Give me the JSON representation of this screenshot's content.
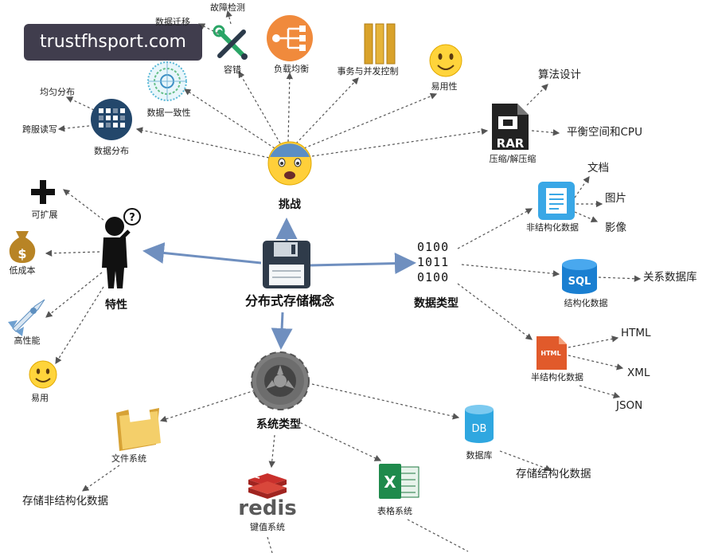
{
  "watermark": "trustfhsport.com",
  "center": {
    "label": "分布式存储概念"
  },
  "challenge": {
    "label": "挑战",
    "children": {
      "data_distribution": {
        "label": "数据分布",
        "sub": [
          "均匀分布",
          "跨服读写"
        ]
      },
      "data_consistency": {
        "label": "数据一致性"
      },
      "fault_tolerance": {
        "label": "容错",
        "sub": [
          "数据迁移",
          "故障检测"
        ]
      },
      "load_balancing": {
        "label": "负载均衡"
      },
      "transaction": {
        "label": "事务与并发控制"
      },
      "usability": {
        "label": "易用性"
      },
      "compression": {
        "label": "压缩/解压缩",
        "icon_text": "RAR",
        "sub": [
          "算法设计",
          "平衡空间和CPU"
        ]
      }
    }
  },
  "features": {
    "label": "特性",
    "items": [
      "可扩展",
      "低成本",
      "高性能",
      "易用"
    ]
  },
  "data_types": {
    "label": "数据类型",
    "binary": [
      "0100",
      "1011",
      "0100"
    ],
    "unstructured": {
      "label": "非结构化数据",
      "sub": [
        "文档",
        "图片",
        "影像"
      ]
    },
    "structured": {
      "label": "结构化数据",
      "icon_text": "SQL",
      "sub": [
        "关系数据库"
      ]
    },
    "semi_structured": {
      "label": "半结构化数据",
      "icon_text": "HTML",
      "sub": [
        "HTML",
        "XML",
        "JSON"
      ]
    }
  },
  "system_types": {
    "label": "系统类型",
    "file_system": {
      "label": "文件系统",
      "sub": "存储非结构化数据"
    },
    "kv_system": {
      "label": "键值系统",
      "logo": "redis"
    },
    "table_system": {
      "label": "表格系统",
      "icon_text": "X"
    },
    "database": {
      "label": "数据库",
      "icon_text": "DB",
      "sub": "存储结构化数据"
    }
  },
  "colors": {
    "main_arrow": "#6f8fbf",
    "dotted": "#555555",
    "accent_orange": "#f08a3c"
  }
}
